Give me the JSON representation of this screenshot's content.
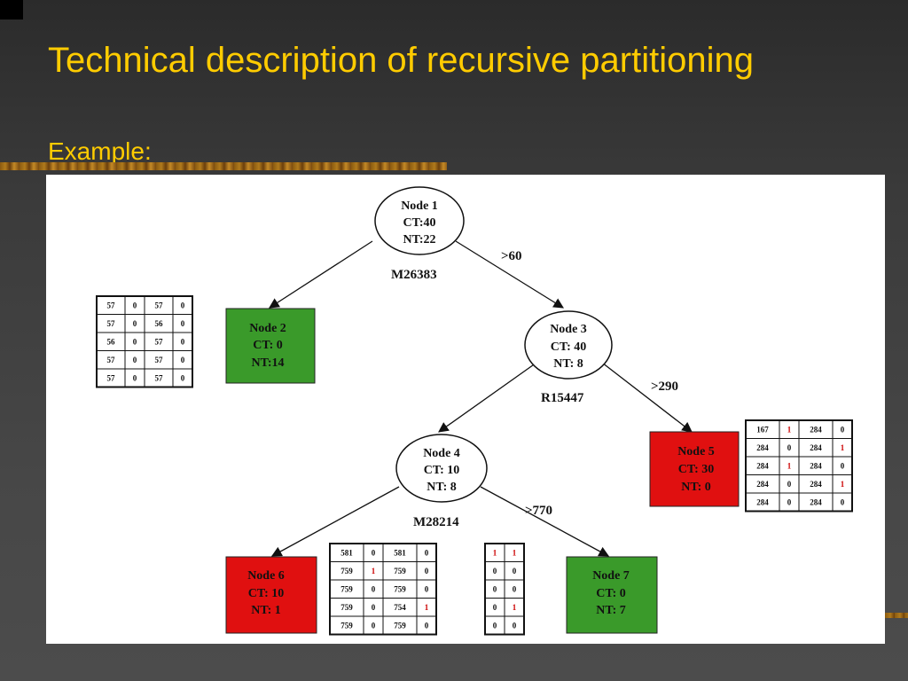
{
  "slide": {
    "title": "Technical description of recursive partitioning",
    "subtitle": "Example:"
  },
  "colors": {
    "title": "#ffcc00",
    "green_node": "#3a9a2a",
    "red_node": "#e01010",
    "highlight_cell": "#cc0000"
  },
  "tree": {
    "node1": {
      "lines": [
        "Node 1",
        "CT:40",
        "NT:22"
      ],
      "shape": "circle"
    },
    "node2": {
      "lines": [
        "Node 2",
        "CT: 0",
        "NT:14"
      ],
      "shape": "rect",
      "color": "green"
    },
    "node3": {
      "lines": [
        "Node 3",
        "CT: 40",
        "NT: 8"
      ],
      "shape": "circle"
    },
    "node4": {
      "lines": [
        "Node 4",
        "CT: 10",
        "NT: 8"
      ],
      "shape": "circle"
    },
    "node5": {
      "lines": [
        "Node 5",
        "CT: 30",
        "NT: 0"
      ],
      "shape": "rect",
      "color": "red"
    },
    "node6": {
      "lines": [
        "Node 6",
        "CT: 10",
        "NT: 1"
      ],
      "shape": "rect",
      "color": "red"
    },
    "node7": {
      "lines": [
        "Node 7",
        "CT: 0",
        "NT: 7"
      ],
      "shape": "rect",
      "color": "green"
    },
    "splits": {
      "s1": ">60",
      "s3": ">290",
      "s4": ">770"
    },
    "genes": {
      "g1": "M26383",
      "g3": "R15447",
      "g4": "M28214"
    }
  },
  "tables": {
    "t2": {
      "rows": [
        [
          "57",
          "0",
          "57",
          "0"
        ],
        [
          "57",
          "0",
          "56",
          "0"
        ],
        [
          "56",
          "0",
          "57",
          "0"
        ],
        [
          "57",
          "0",
          "57",
          "0"
        ],
        [
          "57",
          "0",
          "57",
          "0"
        ]
      ],
      "highlight": []
    },
    "t5": {
      "rows": [
        [
          "167",
          "1",
          "284",
          "0"
        ],
        [
          "284",
          "0",
          "284",
          "1"
        ],
        [
          "284",
          "1",
          "284",
          "0"
        ],
        [
          "284",
          "0",
          "284",
          "1"
        ],
        [
          "284",
          "0",
          "284",
          "0"
        ]
      ],
      "highlight": [
        [
          0,
          1
        ],
        [
          1,
          3
        ],
        [
          2,
          1
        ],
        [
          3,
          3
        ]
      ]
    },
    "t6": {
      "rows": [
        [
          "581",
          "0",
          "581",
          "0"
        ],
        [
          "759",
          "1",
          "759",
          "0"
        ],
        [
          "759",
          "0",
          "759",
          "0"
        ],
        [
          "759",
          "0",
          "754",
          "1"
        ],
        [
          "759",
          "0",
          "759",
          "0"
        ]
      ],
      "highlight": [
        [
          1,
          1
        ],
        [
          3,
          3
        ]
      ]
    },
    "t7": {
      "rows": [
        [
          "1",
          "1"
        ],
        [
          "0",
          "0"
        ],
        [
          "0",
          "0"
        ],
        [
          "0",
          "1"
        ],
        [
          "0",
          "0"
        ]
      ],
      "highlight": [
        [
          0,
          0
        ],
        [
          0,
          1
        ],
        [
          3,
          1
        ]
      ]
    }
  }
}
